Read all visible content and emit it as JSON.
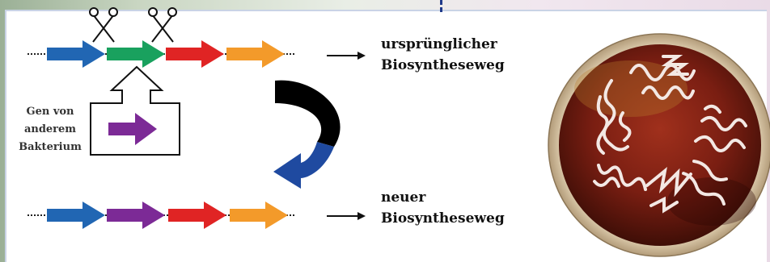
{
  "labels": {
    "original_pathway": [
      "ursprünglicher",
      "Biosyntheseweg"
    ],
    "new_pathway": [
      "neuer",
      "Biosyntheseweg"
    ],
    "foreign_gene": [
      "Gen von",
      "anderem",
      "Bakterium"
    ]
  },
  "gene_colors": {
    "blue": "#2166b3",
    "green": "#19a15e",
    "red": "#e02424",
    "orange": "#f39a2a",
    "purple": "#7c2a96"
  },
  "original_pathway_genes": [
    "blue",
    "green",
    "red",
    "orange"
  ],
  "new_pathway_genes": [
    "blue",
    "purple",
    "red",
    "orange"
  ],
  "cut_marks": [
    "scissors-icon",
    "scissors-icon"
  ],
  "transfer_arrow_colors": [
    "#000000",
    "#1f4aa0"
  ],
  "petri_dish": {
    "agar_color": "#7a1e12",
    "rim_color": "#d7c3a0",
    "colony_color": "#f3e8e4"
  }
}
